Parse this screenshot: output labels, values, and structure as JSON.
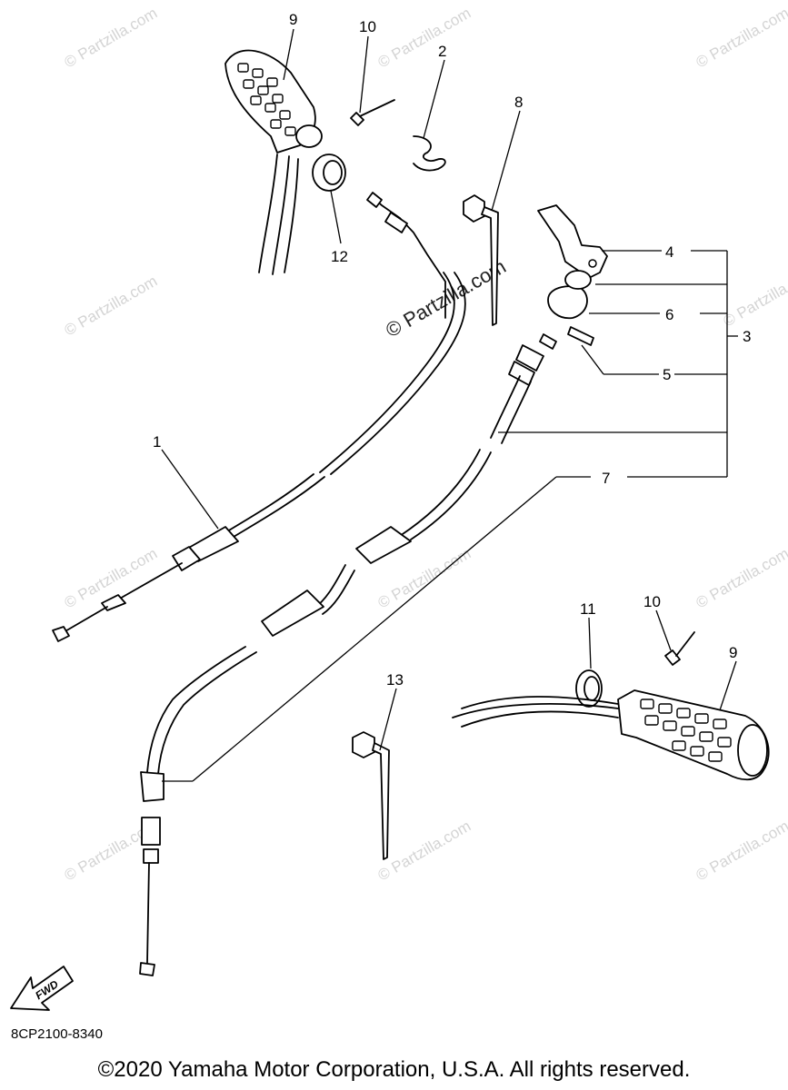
{
  "diagram": {
    "watermark": "© Partzilla.com",
    "callouts": {
      "c1": "1",
      "c2": "2",
      "c3": "3",
      "c4": "4",
      "c5": "5",
      "c6": "6",
      "c7": "7",
      "c8": "8",
      "c9a": "9",
      "c9b": "9",
      "c10a": "10",
      "c10b": "10",
      "c11": "11",
      "c12": "12",
      "c13": "13"
    },
    "fwd_label": "FWD"
  },
  "footer": {
    "ref_code": "8CP2100-8340",
    "copyright": "©2020 Yamaha Motor Corporation, U.S.A. All rights reserved."
  }
}
